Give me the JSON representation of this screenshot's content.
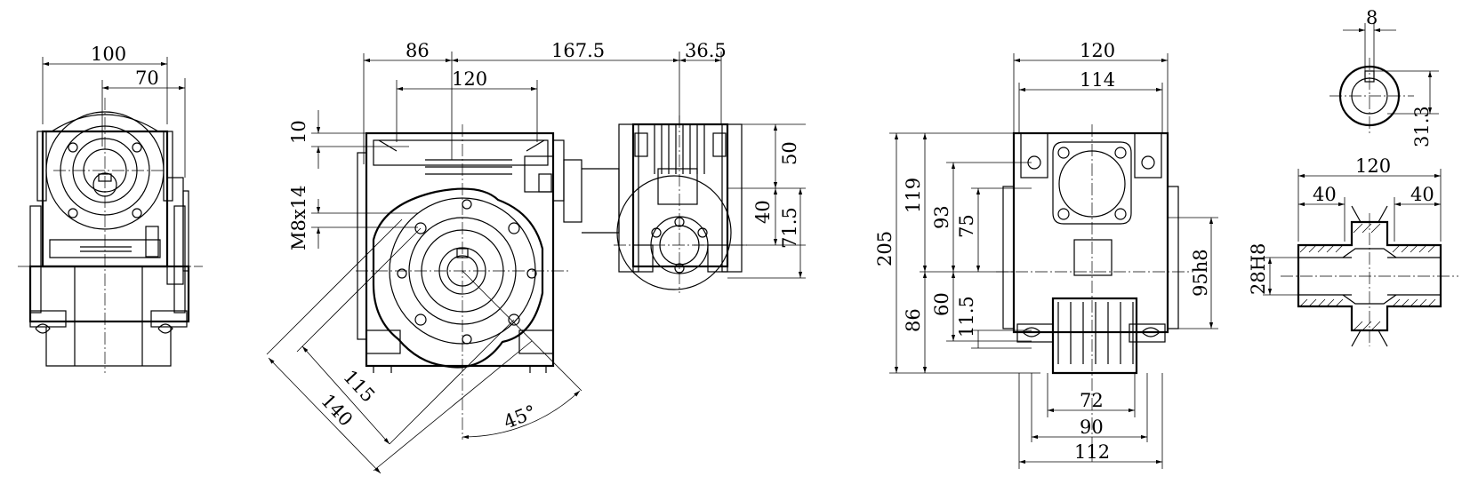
{
  "views": {
    "side": {
      "w_total": "100",
      "w_shaft": "70"
    },
    "front": {
      "d_86": "86",
      "d_167": "167.5",
      "d_36": "36.5",
      "d_120": "120",
      "d_10": "10",
      "d_m8": "M8x14",
      "d_115": "115",
      "d_140": "140",
      "d_45": "45°",
      "d_50": "50",
      "d_40": "40",
      "d_71": "71.5"
    },
    "rear": {
      "d_120": "120",
      "d_114": "114",
      "d_205": "205",
      "d_119": "119",
      "d_93": "93",
      "d_75": "75",
      "d_86": "86",
      "d_60": "60",
      "d_11": "11.5",
      "d_95": "95h8",
      "d_72": "72",
      "d_90": "90",
      "d_112": "112"
    },
    "shaft": {
      "d_8": "8",
      "d_31": "31.3",
      "d_120": "120",
      "d_40a": "40",
      "d_40b": "40",
      "d_28": "28H8"
    }
  }
}
